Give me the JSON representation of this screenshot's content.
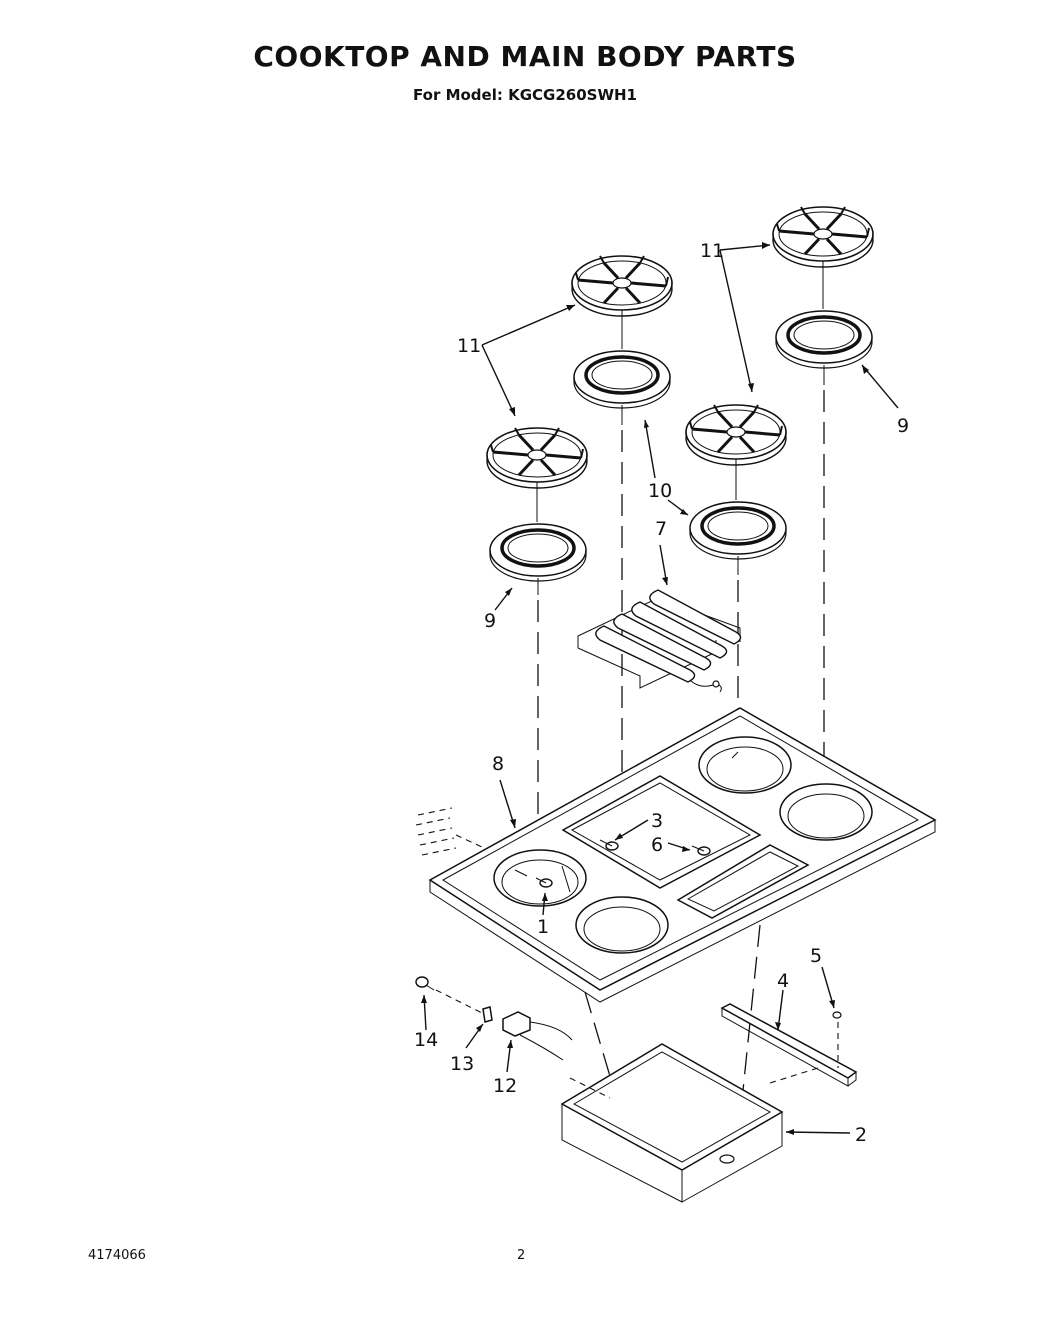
{
  "header": {
    "title": "COOKTOP AND MAIN BODY PARTS",
    "model_line": "For Model: KGCG260SWH1"
  },
  "footer": {
    "doc_number": "4174066",
    "page_number": "2"
  },
  "callouts": {
    "c1": "1",
    "c2": "2",
    "c3": "3",
    "c4": "4",
    "c5": "5",
    "c6": "6",
    "c7": "7",
    "c8": "8",
    "c9_left": "9",
    "c9_right": "9",
    "c10": "10",
    "c11_left": "11",
    "c11_right": "11",
    "c12": "12",
    "c13": "13",
    "c14": "14"
  }
}
